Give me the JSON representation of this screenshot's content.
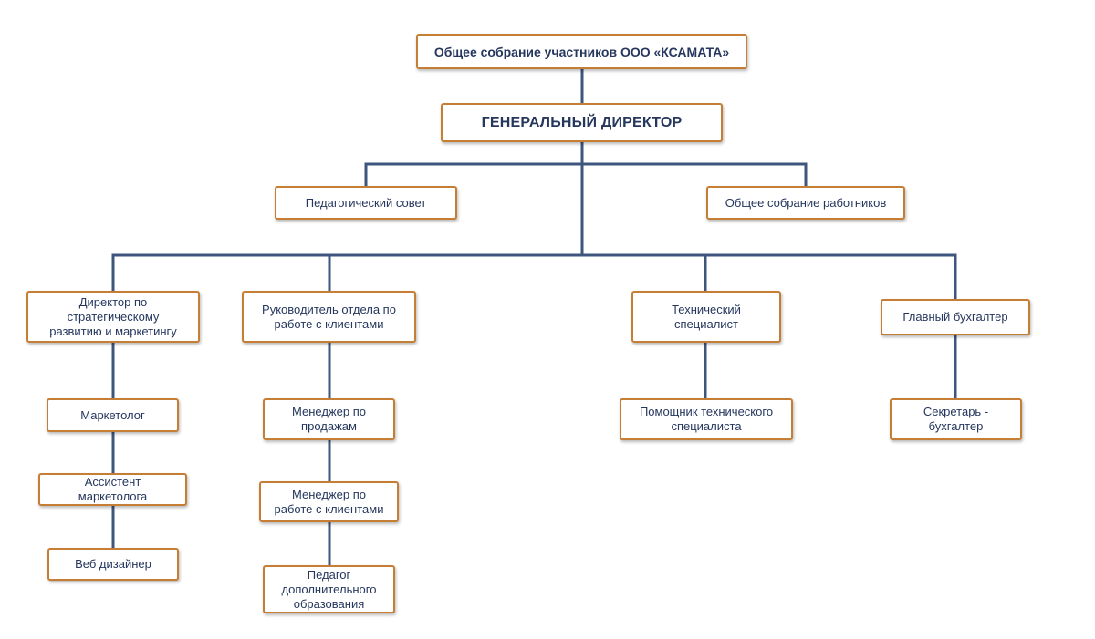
{
  "colors": {
    "line": "#3E557D",
    "border": "#C67E34",
    "text": "#26375E"
  },
  "nodes": {
    "assembly": "Общее собрание участников ООО «КСАМАТА»",
    "ceo": "ГЕНЕРАЛЬНЫЙ ДИРЕКТОР",
    "ped_council": "Педагогический совет",
    "workers_assembly": "Общее собрание работников",
    "dir_strategy": [
      "Директор по",
      "стратегическому",
      "развитию и маркетингу"
    ],
    "head_clients": [
      "Руководитель отдела по",
      "работе с клиентами"
    ],
    "tech_specialist": [
      "Технический",
      "специалист"
    ],
    "chief_accountant": "Главный бухгалтер",
    "marketer": "Маркетолог",
    "marketing_assistant": [
      "Ассистент",
      "маркетолога"
    ],
    "web_designer": "Веб дизайнер",
    "sales_manager": [
      "Менеджер по",
      "продажам"
    ],
    "client_manager": [
      "Менеджер по",
      "работе с клиентами"
    ],
    "teacher": [
      "Педагог",
      "дополнительного",
      "образования"
    ],
    "tech_assistant": [
      "Помощник технического",
      "специалиста"
    ],
    "secretary_accountant": [
      "Секретарь -",
      "бухгалтер"
    ]
  }
}
